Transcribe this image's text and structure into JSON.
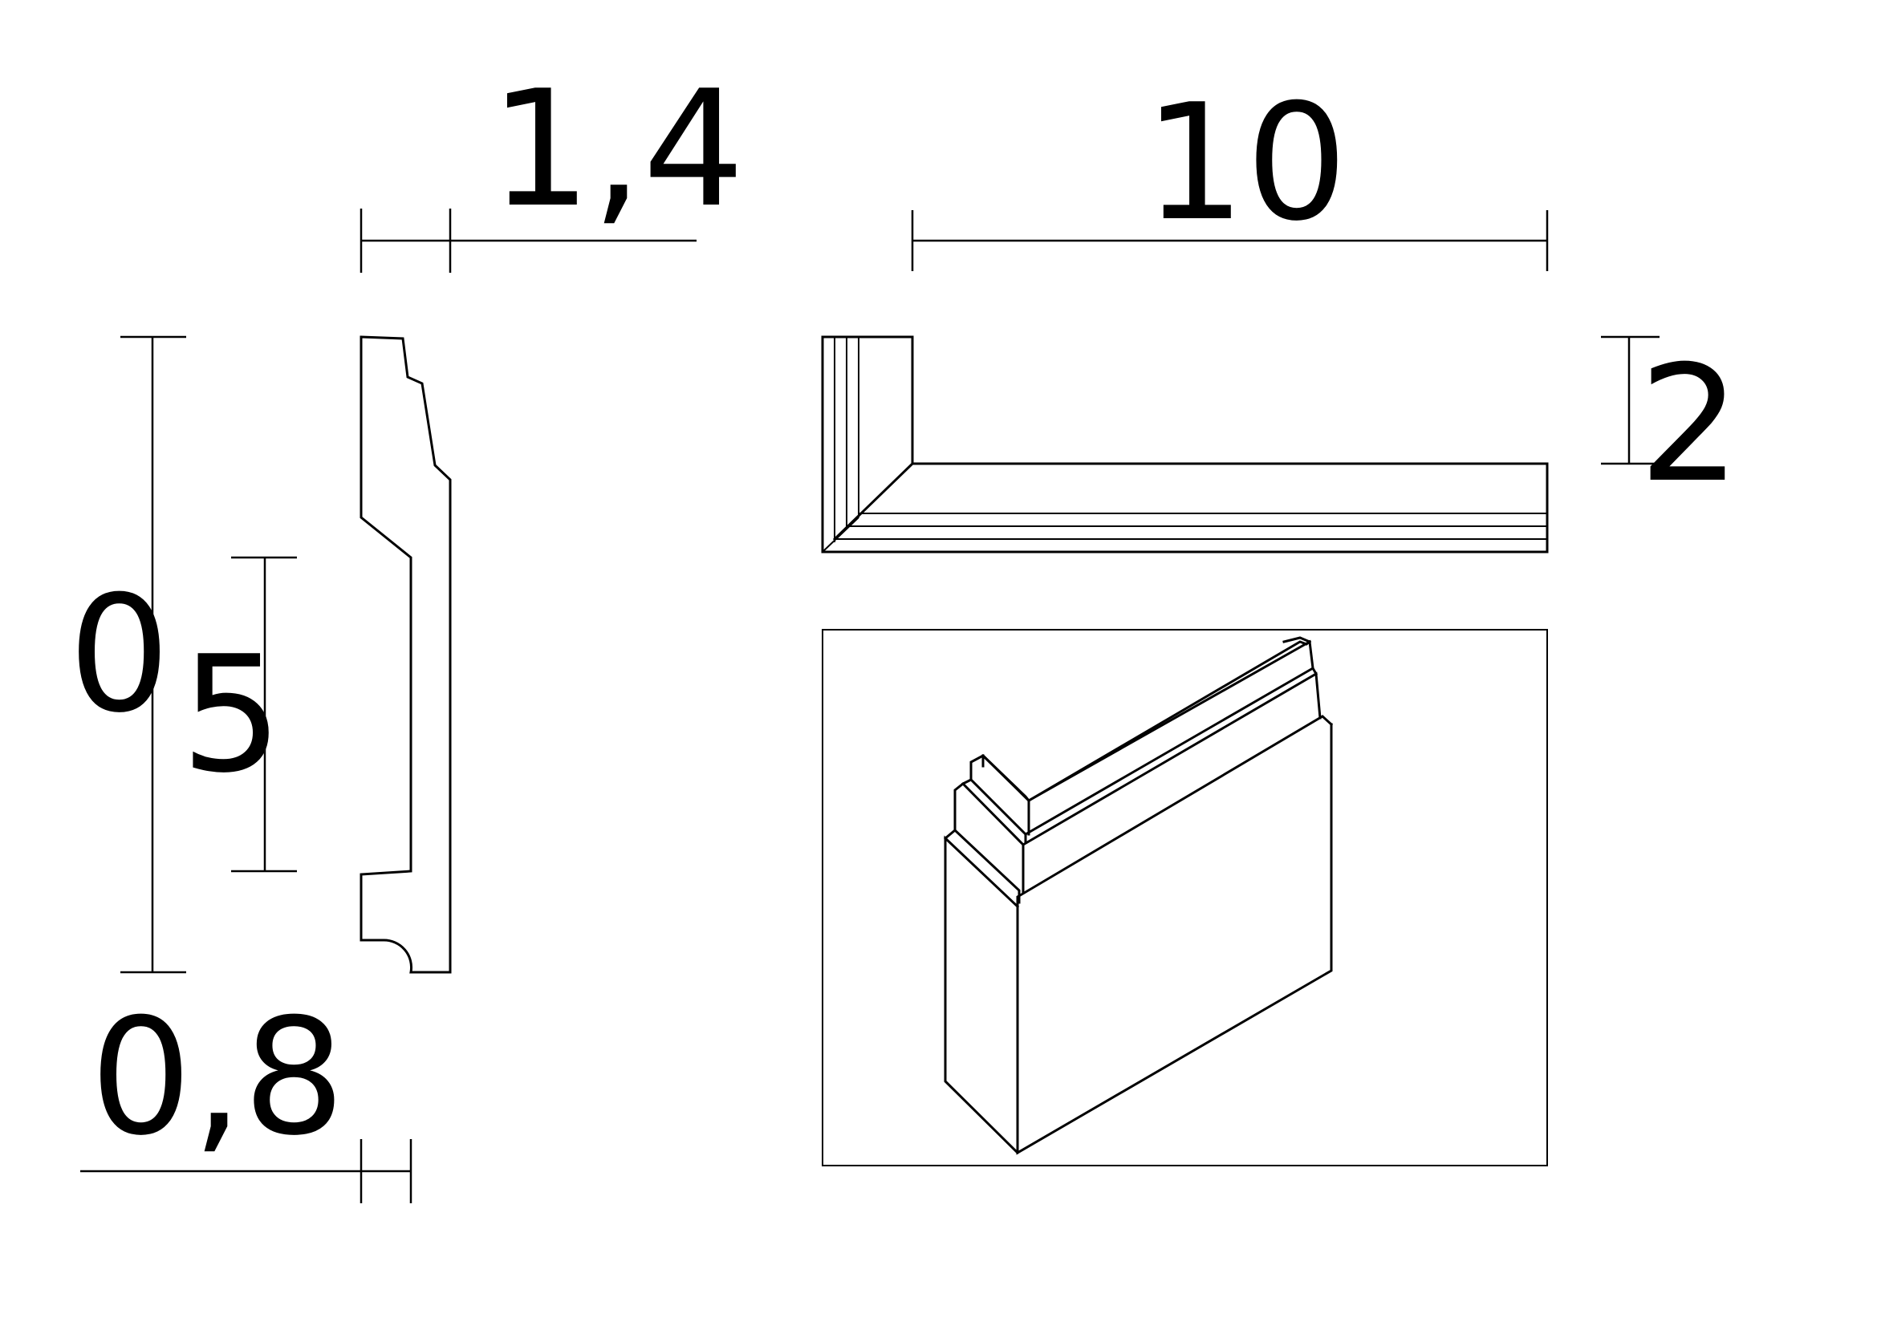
{
  "dimensions": {
    "top_left": "1,4",
    "bottom_left": "0,8",
    "left_height": "0",
    "inner_height": "5",
    "top_right": "10",
    "right_small": "2"
  }
}
